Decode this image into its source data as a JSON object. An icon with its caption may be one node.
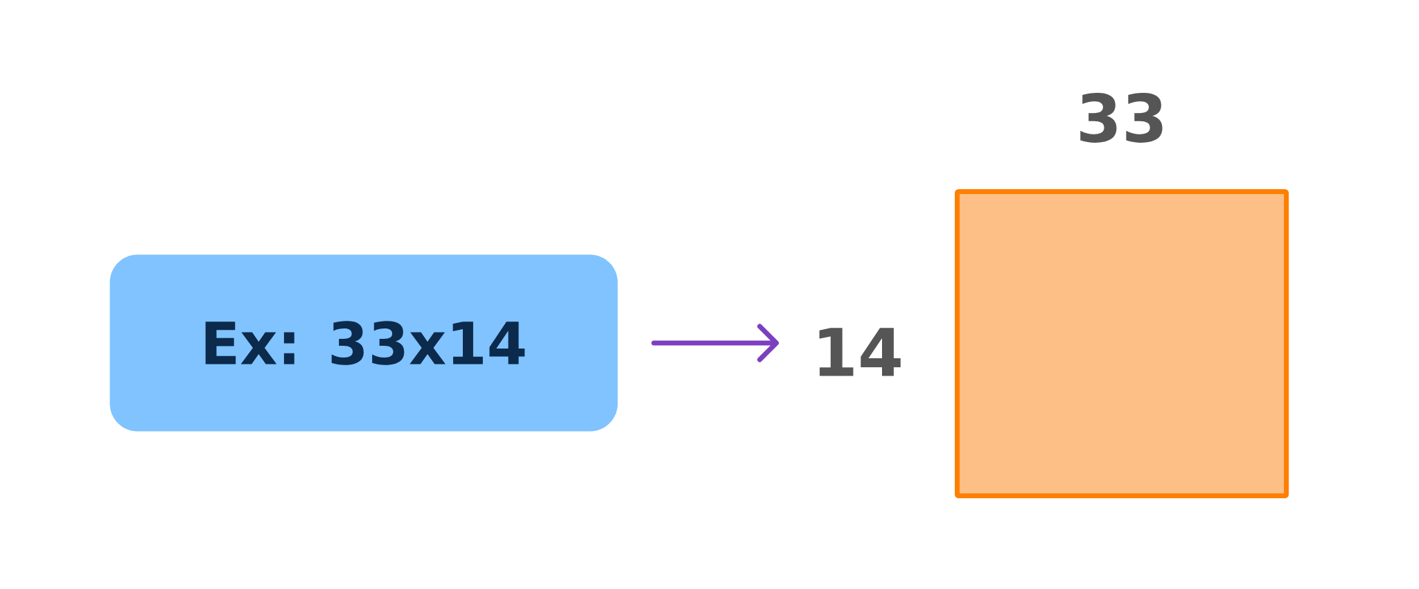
{
  "diagram": {
    "nodes": [
      {
        "text": [
          "Ex: 33x14"
        ]
      },
      {
        "text": [],
        "shape": "box",
        "beside": [
          "33",
          "14"
        ]
      }
    ],
    "edges": [
      {
        "from": 0,
        "to": 1,
        "arrow": "to"
      }
    ]
  }
}
